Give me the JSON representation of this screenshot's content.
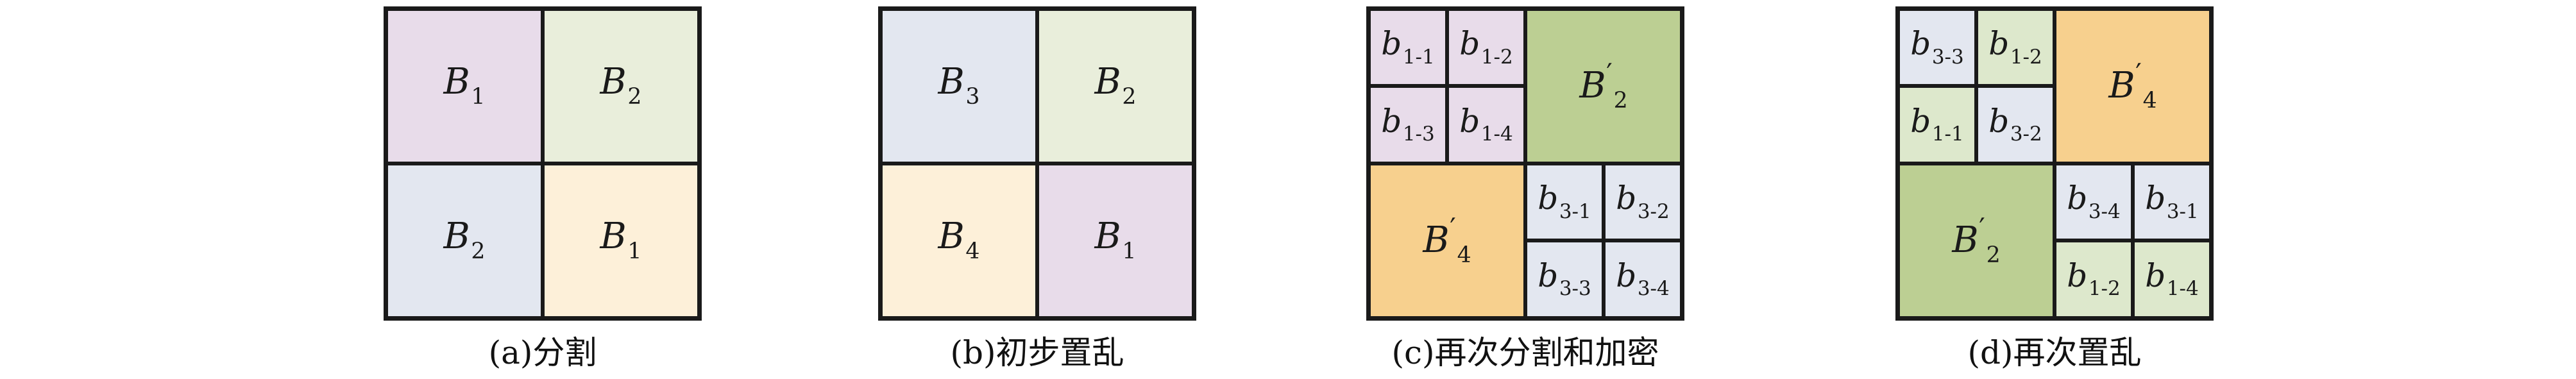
{
  "colors": {
    "purple": "#e8dcea",
    "green": "#e9eedb",
    "blue": "#e3e7f0",
    "cream": "#fdf0d9",
    "orange": "#f7d08e",
    "dark_green": "#bccf93",
    "border": "#1a1a1a"
  },
  "panels": [
    {
      "caption": "(a)分割",
      "cells": [
        {
          "base": "B",
          "sub": "1",
          "prime": "",
          "color": "#e8dcea"
        },
        {
          "base": "B",
          "sub": "2",
          "prime": "",
          "color": "#e9eedb"
        },
        {
          "base": "B",
          "sub": "2",
          "prime": "",
          "color": "#e3e7f0"
        },
        {
          "base": "B",
          "sub": "1",
          "prime": "",
          "color": "#fdf0d9"
        }
      ]
    },
    {
      "caption": "(b)初步置乱",
      "cells": [
        {
          "base": "B",
          "sub": "3",
          "prime": "",
          "color": "#e3e7f0"
        },
        {
          "base": "B",
          "sub": "2",
          "prime": "",
          "color": "#e9eedb"
        },
        {
          "base": "B",
          "sub": "4",
          "prime": "",
          "color": "#fdf0d9"
        },
        {
          "base": "B",
          "sub": "1",
          "prime": "",
          "color": "#e8dcea"
        }
      ]
    },
    {
      "caption": "(c)再次分割和加密",
      "cells": [
        {
          "base": "b",
          "sub": "1-1",
          "prime": "",
          "color": "#e8dcea"
        },
        {
          "base": "b",
          "sub": "1-2",
          "prime": "",
          "color": "#e8dcea"
        },
        {
          "base": "b",
          "sub": "1-3",
          "prime": "",
          "color": "#e8dcea"
        },
        {
          "base": "b",
          "sub": "1-4",
          "prime": "",
          "color": "#e8dcea"
        },
        {
          "base": "B",
          "sub": "2",
          "prime": "′",
          "color": "#bccf93"
        },
        {
          "base": "B",
          "sub": "4",
          "prime": "′",
          "color": "#f7d08e"
        },
        {
          "base": "b",
          "sub": "3-1",
          "prime": "",
          "color": "#e3e7f0"
        },
        {
          "base": "b",
          "sub": "3-2",
          "prime": "",
          "color": "#e3e7f0"
        },
        {
          "base": "b",
          "sub": "3-3",
          "prime": "",
          "color": "#e3e7f0"
        },
        {
          "base": "b",
          "sub": "3-4",
          "prime": "",
          "color": "#e3e7f0"
        }
      ]
    },
    {
      "caption": "(d)再次置乱",
      "cells": [
        {
          "base": "b",
          "sub": "3-3",
          "prime": "",
          "color": "#e3e7f0"
        },
        {
          "base": "b",
          "sub": "1-2",
          "prime": "",
          "color": "#dde8cc"
        },
        {
          "base": "b",
          "sub": "1-1",
          "prime": "",
          "color": "#dde8cc"
        },
        {
          "base": "b",
          "sub": "3-2",
          "prime": "",
          "color": "#e3e7f0"
        },
        {
          "base": "B",
          "sub": "4",
          "prime": "′",
          "color": "#f7d08e"
        },
        {
          "base": "B",
          "sub": "2",
          "prime": "′",
          "color": "#bccf93"
        },
        {
          "base": "b",
          "sub": "3-4",
          "prime": "",
          "color": "#e3e7f0"
        },
        {
          "base": "b",
          "sub": "3-1",
          "prime": "",
          "color": "#e3e7f0"
        },
        {
          "base": "b",
          "sub": "1-2",
          "prime": "",
          "color": "#dde8cc"
        },
        {
          "base": "b",
          "sub": "1-4",
          "prime": "",
          "color": "#dde8cc"
        }
      ]
    }
  ]
}
